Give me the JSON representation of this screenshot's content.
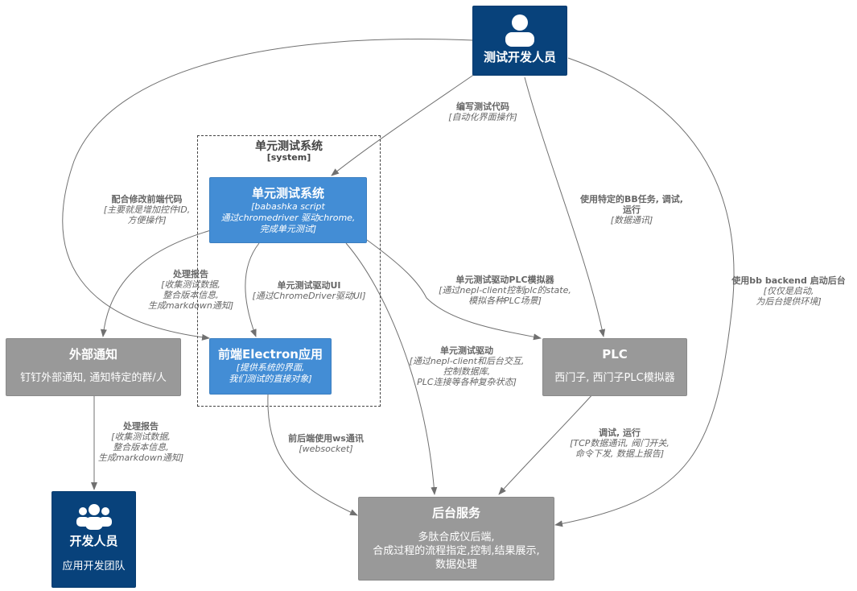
{
  "boundary": {
    "title": "单元测试系统",
    "type": "[system]"
  },
  "nodes": {
    "tester": {
      "title": "测试开发人员"
    },
    "unit_system": {
      "title": "单元测试系统",
      "tech": [
        "[babashka script",
        "通过chromedriver 驱动chrome,",
        "完成单元测试]"
      ]
    },
    "frontend": {
      "title": "前端Electron应用",
      "tech": [
        "[提供系统的界面,",
        "我们测试的直接对象]"
      ]
    },
    "notify": {
      "title": "外部通知",
      "desc": "钉钉外部通知, 通知特定的群/人"
    },
    "plc": {
      "title": "PLC",
      "desc": "西门子, 西门子PLC模拟器"
    },
    "developers": {
      "title": "开发人员",
      "desc": "应用开发团队"
    },
    "backend": {
      "title": "后台服务",
      "desc": [
        "多肽合成仪后端,",
        "合成过程的流程指定,控制,结果展示,",
        "数据处理"
      ]
    }
  },
  "edges": {
    "write_code": {
      "title": "编写测试代码",
      "desc": [
        "[自动化界面操作]"
      ]
    },
    "modify_frontend": {
      "title": "配合修改前端代码",
      "desc": [
        "[主要就是增加控件ID,",
        "方便操作]"
      ]
    },
    "bb_task": {
      "title": "使用特定的BB任务, 调试,",
      "title2": "运行",
      "desc": [
        "[数据通讯]"
      ]
    },
    "bb_backend": {
      "title": "使用bb backend 启动后台",
      "desc": [
        "[仅仅是启动,",
        "为后台提供环境]"
      ]
    },
    "report1": {
      "title": "处理报告",
      "desc": [
        "[收集测试数据,",
        "整合版本信息,",
        "生成markdown通知]"
      ]
    },
    "drive_ui": {
      "title": "单元测试驱动UI",
      "desc": [
        "[通过ChromeDriver驱动UI]"
      ]
    },
    "drive_plc": {
      "title": "单元测试驱动PLC模拟器",
      "desc": [
        "[通过nepl-client控制plc的state,",
        "模拟各种PLC场景]"
      ]
    },
    "drive_backend": {
      "title": "单元测试驱动",
      "desc": [
        "[通过nepl-client和后台交互,",
        "控制数据库,",
        "PLC连接等各种复杂状态]"
      ]
    },
    "report2": {
      "title": "处理报告",
      "desc": [
        "[收集测试数据,",
        "整合版本信息,",
        "生成markdown通知]"
      ]
    },
    "ws": {
      "title": "前后端使用ws通讯",
      "desc": [
        "[websocket]"
      ]
    },
    "debug_run": {
      "title": "调试, 运行",
      "desc": [
        "[TCP数据通讯, 阀门开关,",
        "命令下发, 数据上报告]"
      ]
    }
  },
  "colors": {
    "person": "#08427b",
    "system": "#438dd5",
    "external": "#999999",
    "edge": "#707070"
  }
}
